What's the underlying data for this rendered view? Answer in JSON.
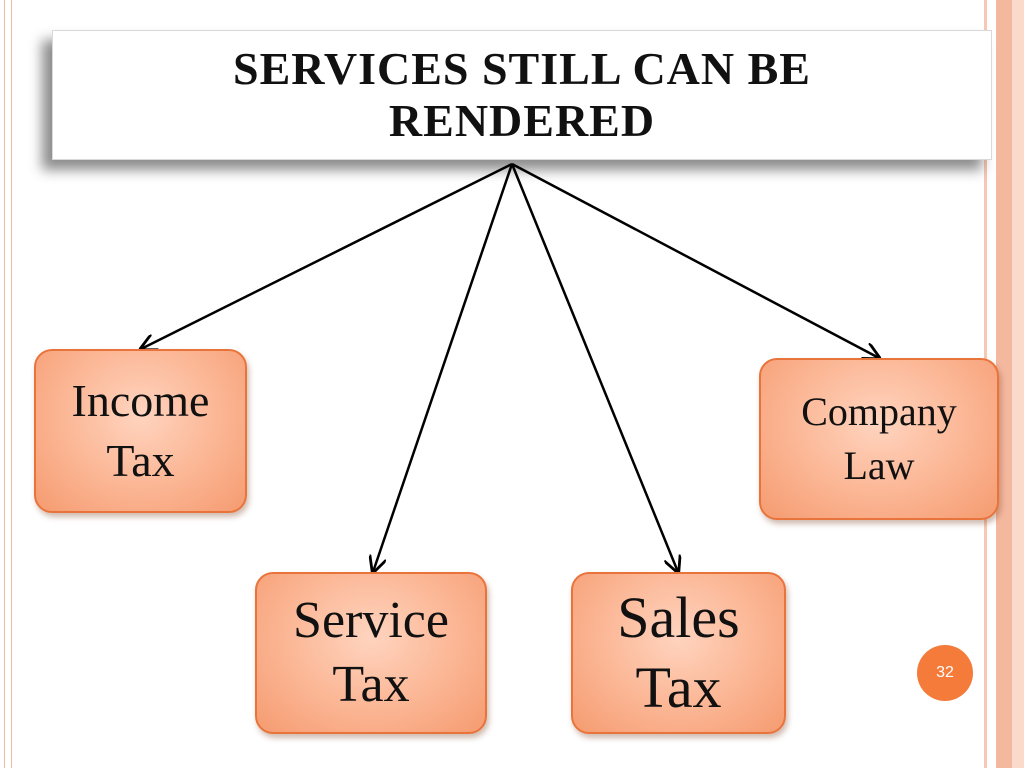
{
  "slide": {
    "title": "SERVICES STILL CAN BE\nRENDERED",
    "page_number": "32"
  },
  "nodes": [
    {
      "id": "income",
      "label": "Income\nTax"
    },
    {
      "id": "company",
      "label": "Company\nLaw"
    },
    {
      "id": "service",
      "label": "Service\nTax"
    },
    {
      "id": "sales",
      "label": "Sales\nTax"
    }
  ],
  "edges": [
    {
      "from": "title",
      "to": "income"
    },
    {
      "from": "title",
      "to": "service"
    },
    {
      "from": "title",
      "to": "sales"
    },
    {
      "from": "title",
      "to": "company"
    }
  ],
  "colors": {
    "node_border": "#e8743c",
    "node_fill": "#fbb593",
    "badge": "#f47b3a",
    "connector": "#000000"
  }
}
